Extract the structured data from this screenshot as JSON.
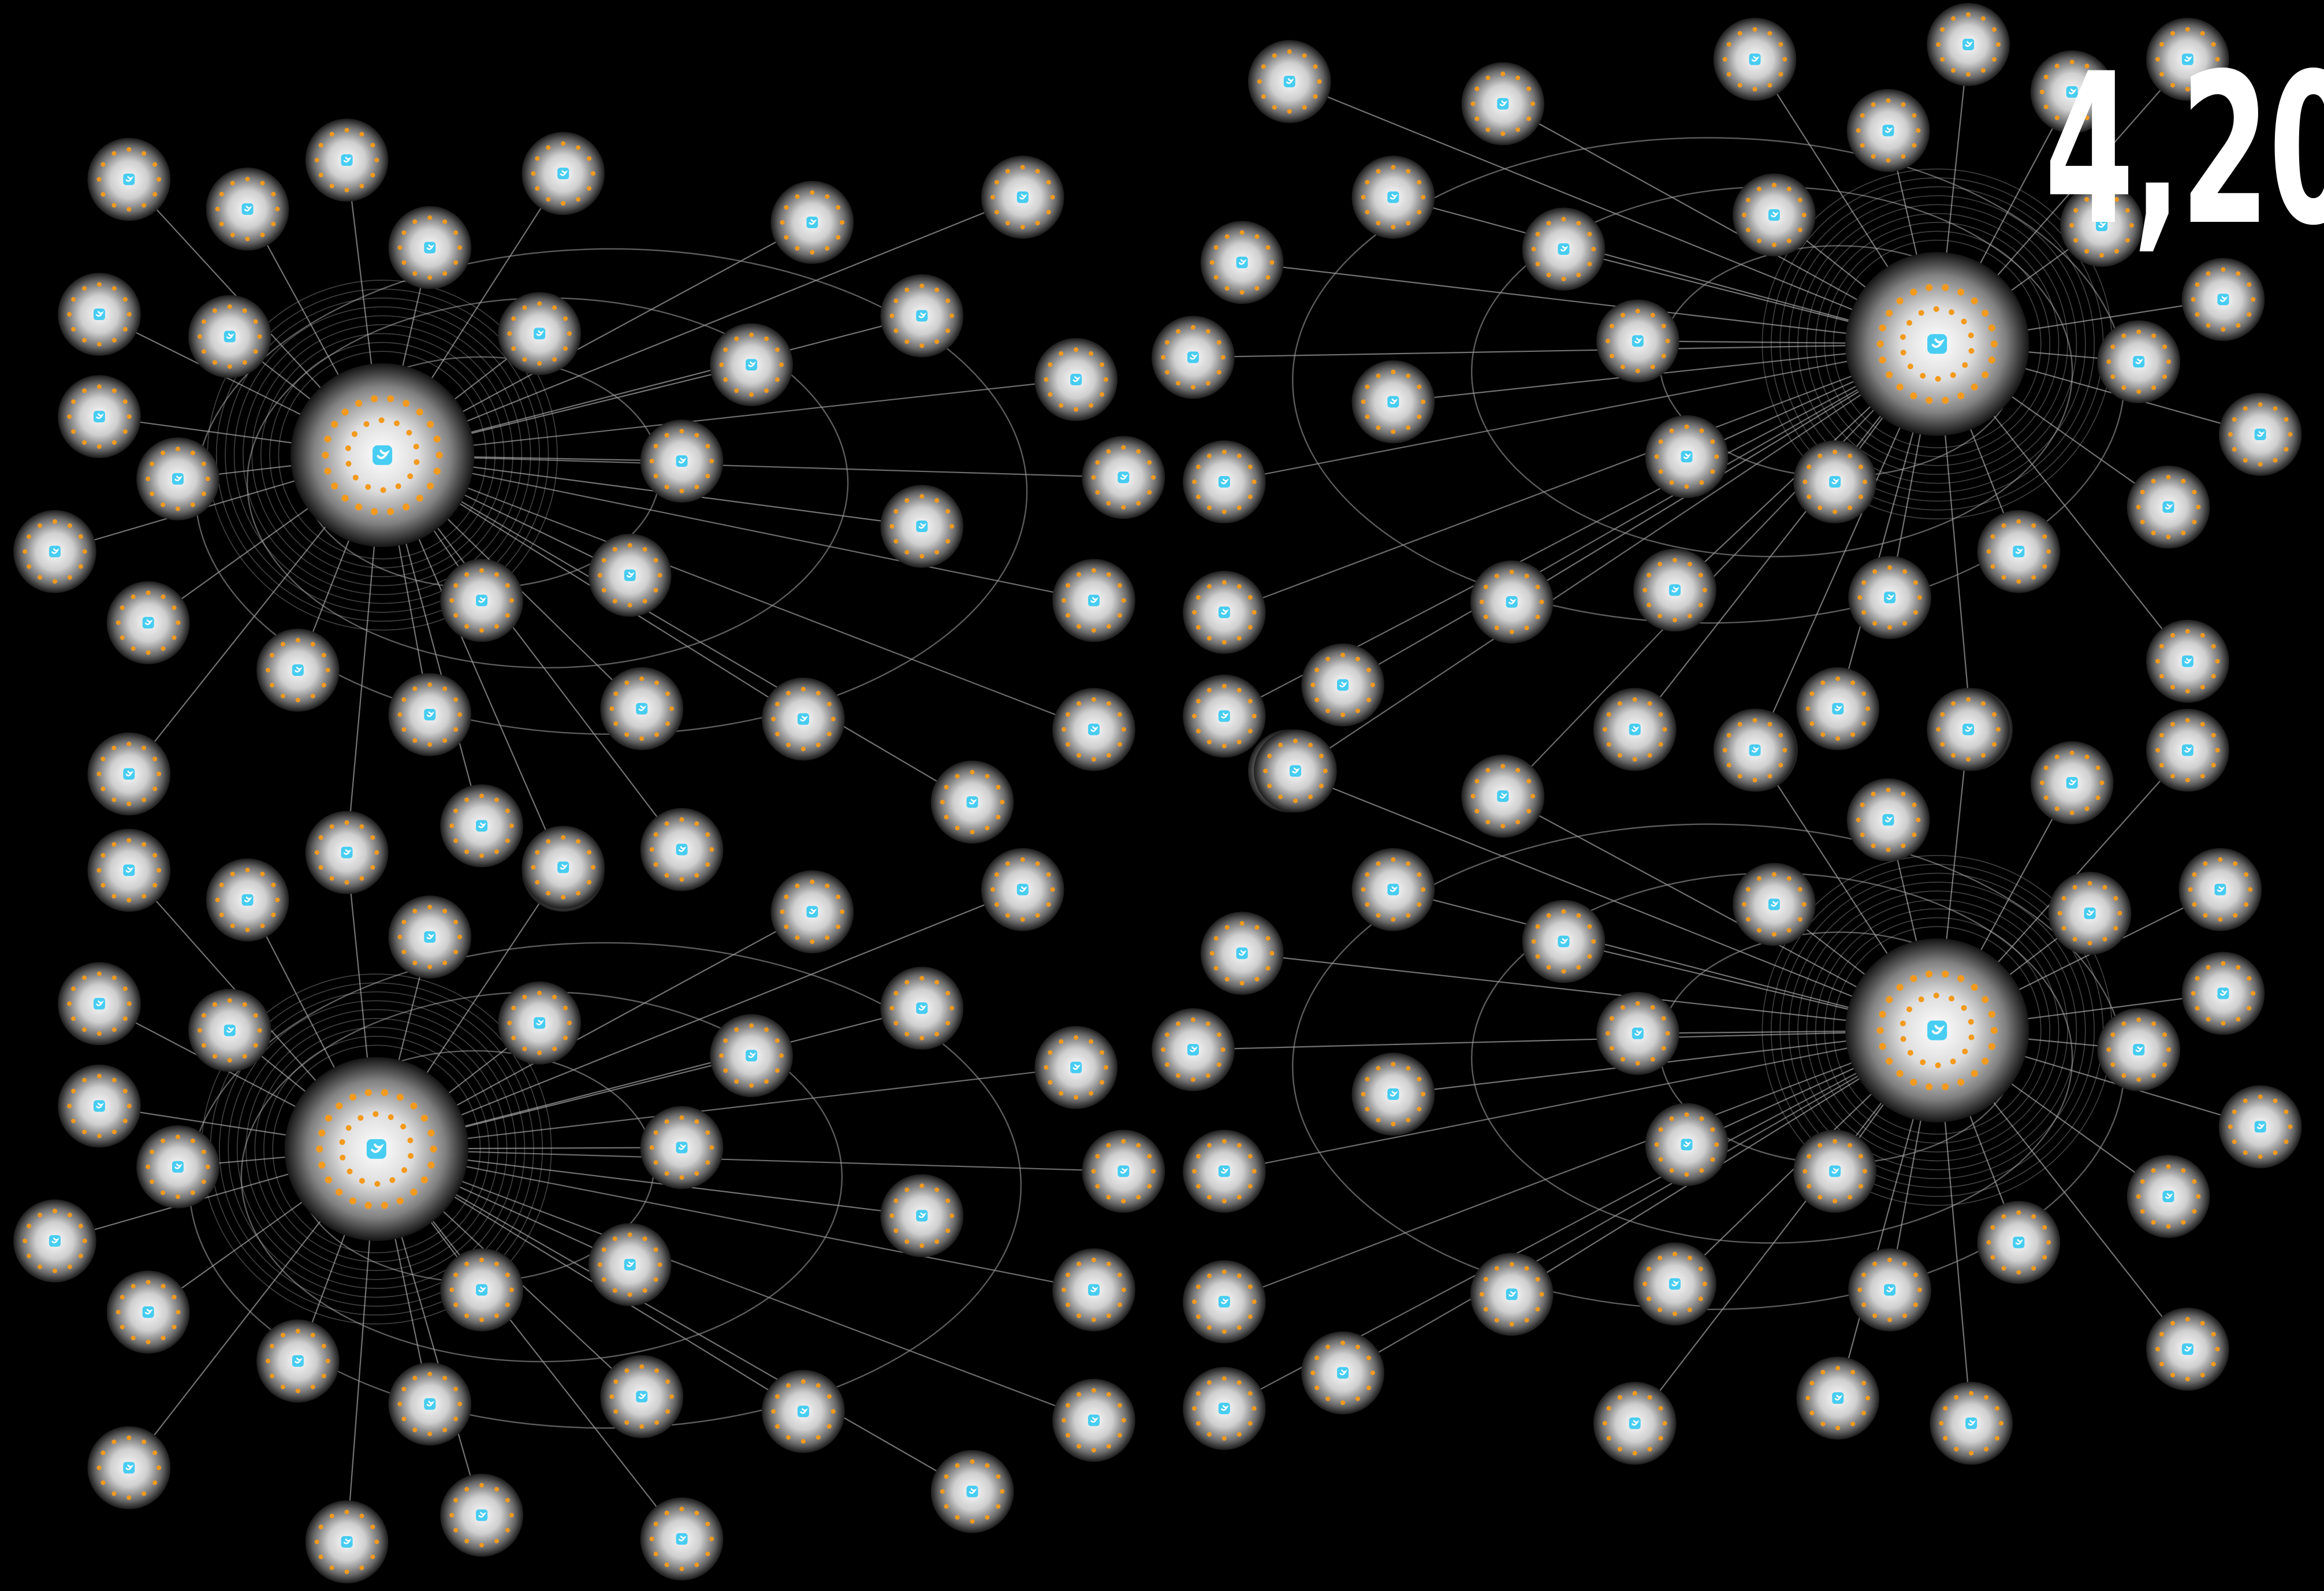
{
  "headline": {
    "text": "4,20"
  },
  "colors": {
    "background": "#000000",
    "edge": "#9a9a9a",
    "node_sphere_light": "#f2f2f2",
    "node_sphere_dark": "#2a2a2a",
    "node_accent": "#f39a1e",
    "node_icon": "#35c9f2"
  },
  "icons": {
    "node": "twitter-bird-icon",
    "hub": "twitter-bird-icon"
  },
  "graph": {
    "clusters": 4,
    "hubs_per_cluster": 1
  }
}
